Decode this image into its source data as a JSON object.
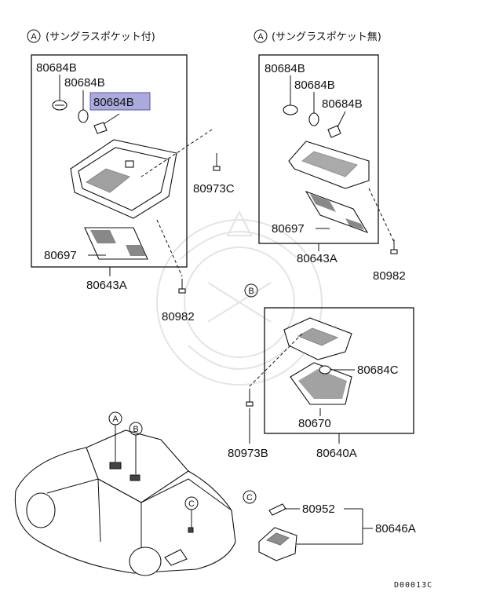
{
  "sections": {
    "a_with_pocket": {
      "marker": "A",
      "title": "(サングラスポケット付)",
      "parts": {
        "bulb_1": "80684B",
        "bulb_2": "80684B",
        "bulb_3_highlighted": "80684B",
        "screw": "80973C",
        "lens": "80697",
        "assembly": "80643A",
        "screw_bottom": "80982"
      },
      "highlight_color": "#aaaadd"
    },
    "a_without_pocket": {
      "marker": "A",
      "title": "(サングラスポケット無)",
      "parts": {
        "bulb_1": "80684B",
        "bulb_2": "80684B",
        "bulb_3": "80684B",
        "lens": "80697",
        "assembly": "80643A",
        "screw": "80982"
      }
    },
    "b": {
      "marker": "B",
      "parts": {
        "bulb": "80684C",
        "lens": "80670",
        "screw": "80973B",
        "assembly": "80640A"
      }
    },
    "c": {
      "marker": "C",
      "parts": {
        "bulb": "80952",
        "assembly": "80646A"
      }
    }
  },
  "car_markers": [
    "A",
    "B",
    "C"
  ],
  "diagram_code": "D00013C"
}
